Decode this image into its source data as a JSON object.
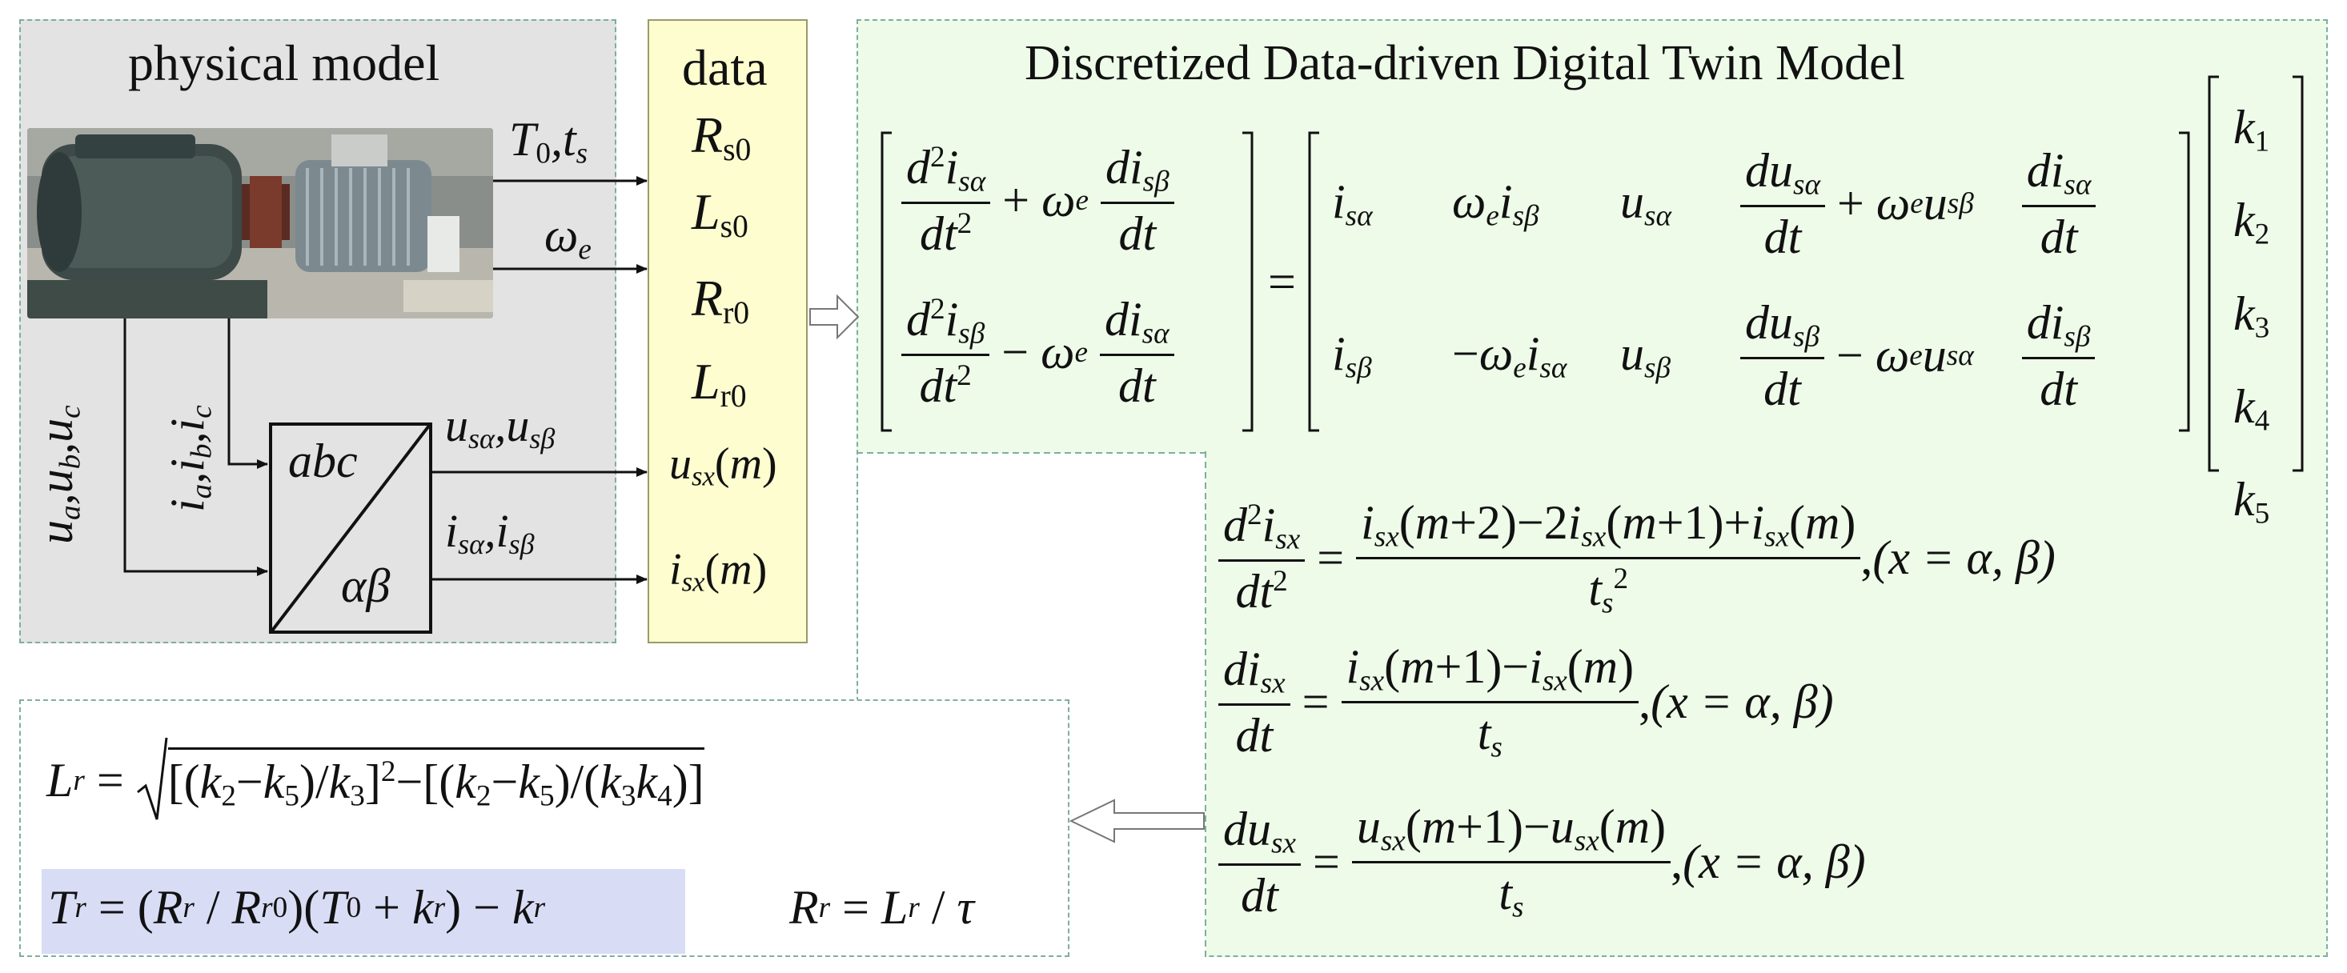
{
  "physical_model": {
    "title": "physical model",
    "outputs": [
      "T",
      "0",
      "t",
      "s",
      "ω",
      "e"
    ],
    "inputs_voltage": "u_a,u_b,u_c",
    "inputs_current": "i_a,i_b,i_c",
    "transform_top": "abc",
    "transform_bottom": "αβ",
    "out_u": "u_sα,u_sβ",
    "out_i": "i_sα,i_sβ"
  },
  "data": {
    "title": "data",
    "items": [
      "R_s0",
      "L_s0",
      "R_r0",
      "L_r0",
      "u_sx(m)",
      "i_sx(m)"
    ]
  },
  "digital_twin": {
    "title": "Discretized Data-driven Digital Twin Model",
    "k_vector": [
      "k1",
      "k2",
      "k3",
      "k4",
      "k5"
    ],
    "conditions": [
      "(x = α, β)",
      "(x = α, β)",
      "(x = α, β)"
    ]
  },
  "results": {
    "lr_formula": "L_r = √[((k2−k5)/k3)² − ((k2−k5)/(k3k4))]",
    "tr_formula": "T_r = (R_r / R_r0)(T_0 + k_r) − k_r",
    "rr_formula": "R_r = L_r / τ"
  },
  "colors": {
    "physical_bg": "#e3e3e3",
    "data_bg": "#fdfdcf",
    "twin_bg": "#eefbe9",
    "highlight": "#d9dcf5",
    "border": "#7fae9c"
  }
}
